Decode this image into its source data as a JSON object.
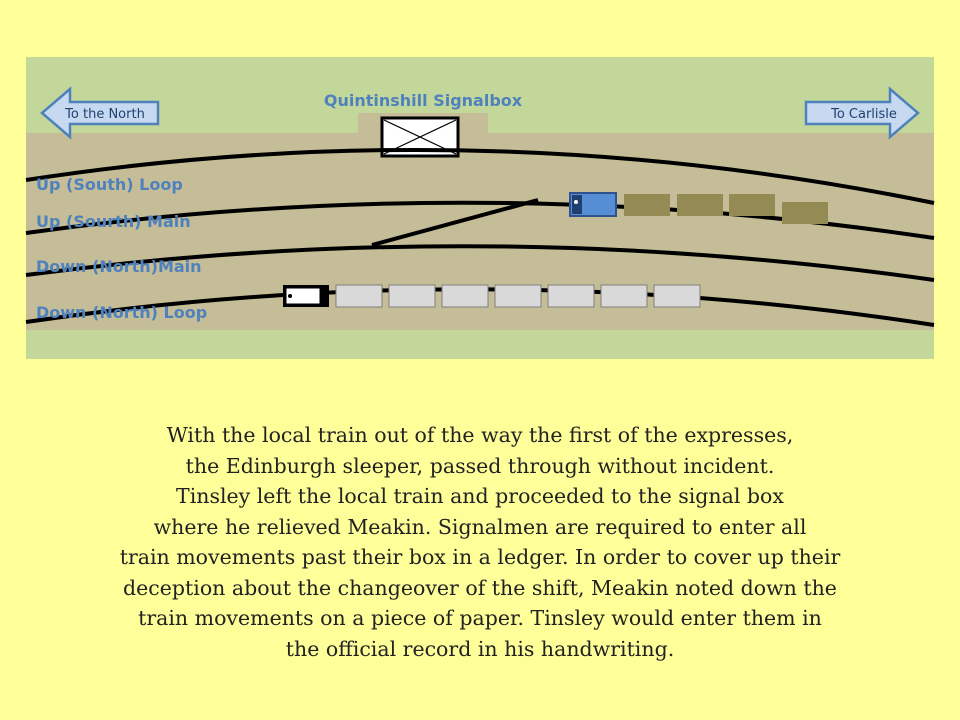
{
  "diagram": {
    "signalbox_label": "Quintinshill Signalbox",
    "arrow_left": "To the North",
    "arrow_right": "To Carlisle",
    "tracks": [
      {
        "label": "Up (South) Loop"
      },
      {
        "label": "Up (Sourth) Main"
      },
      {
        "label": "Down  (North)Main"
      },
      {
        "label": "Down (North) Loop"
      }
    ],
    "colors": {
      "field": "#c4d79b",
      "trackbed": "#c4bd97",
      "rail": "#000000",
      "label": "#4f81bd",
      "arrow_fill": "#c6d9f1",
      "arrow_stroke": "#4f81bd",
      "up_loco": "#558ed5",
      "goods_wagon": "#948a54",
      "coach": "#d9d9d9"
    }
  },
  "narrative": {
    "lines": [
      "With the local train out of the way the first of the expresses,",
      "the Edinburgh sleeper, passed through without incident.",
      "Tinsley left the local train and proceeded to the signal box",
      "where he relieved Meakin. Signalmen are required to enter all",
      "train movements past their box in a ledger. In order to cover up their",
      "deception about the changeover of the shift, Meakin noted down the",
      "train movements on a piece of paper. Tinsley would enter them in",
      "the official record in his handwriting."
    ]
  }
}
